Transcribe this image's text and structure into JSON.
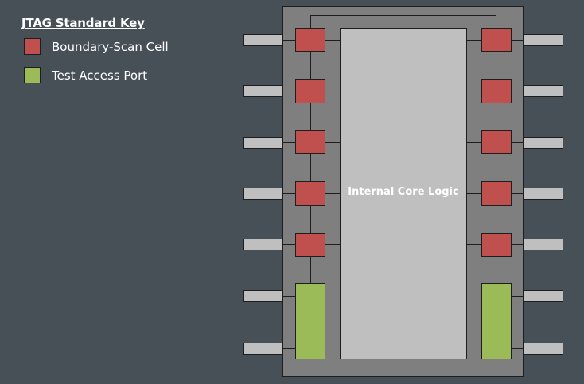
{
  "legend": {
    "title": "JTAG Standard Key",
    "items": [
      {
        "label": "Boundary-Scan Cell",
        "color": "#c0504d"
      },
      {
        "label": "Test Access Port",
        "color": "#9bbb59"
      }
    ]
  },
  "chip": {
    "core_label": "Internal Core Logic"
  },
  "colors": {
    "background": "#474f57",
    "chip_body": "#7f7f7f",
    "core": "#bfbfbf",
    "pin": "#bfbfbf",
    "boundary_scan_cell": "#c0504d",
    "test_access_port": "#9bbb59",
    "outline": "#1e1e1e"
  }
}
